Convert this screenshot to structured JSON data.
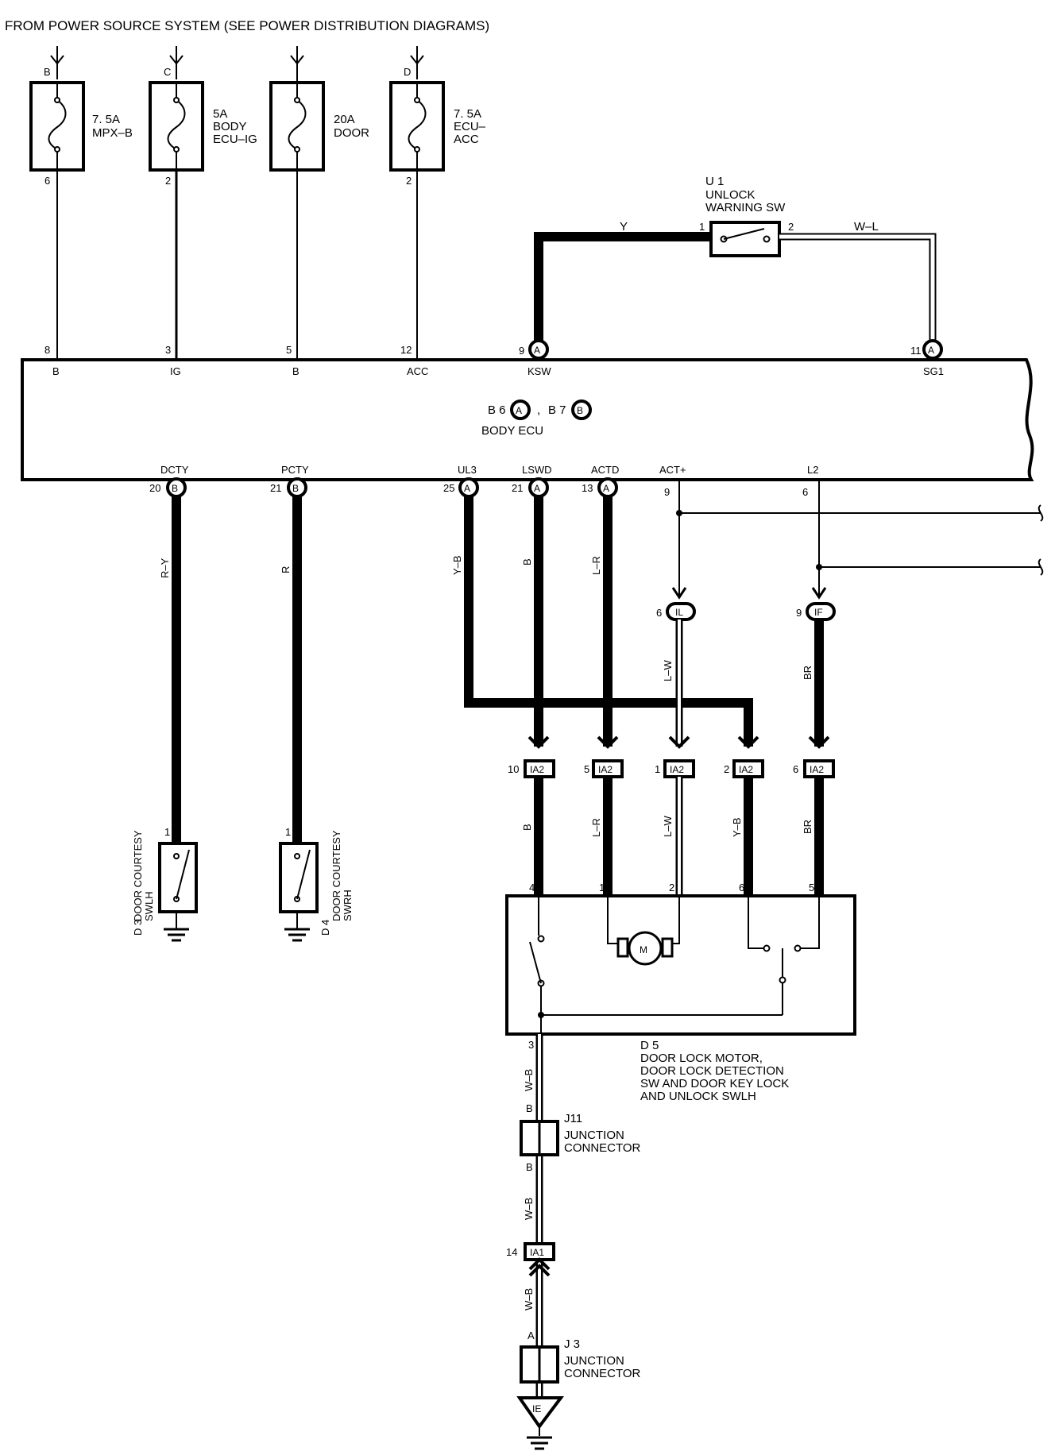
{
  "header": {
    "title": "FROM POWER SOURCE SYSTEM (SEE POWER DISTRIBUTION DIAGRAMS)"
  },
  "fuses": [
    {
      "terminal": "B",
      "line1": "7. 5A",
      "line2": "MPX–B",
      "line3": "",
      "out_pin": "6",
      "ecu_pin": "8",
      "ecu_label": "B"
    },
    {
      "terminal": "C",
      "line1": "5A",
      "line2": "BODY",
      "line3": "ECU–IG",
      "out_pin": "2",
      "ecu_pin": "3",
      "ecu_label": "IG"
    },
    {
      "terminal": "",
      "line1": "20A",
      "line2": "DOOR",
      "line3": "",
      "out_pin": "",
      "ecu_pin": "5",
      "ecu_label": "B"
    },
    {
      "terminal": "D",
      "line1": "7. 5A",
      "line2": "ECU–",
      "line3": "ACC",
      "out_pin": "2",
      "ecu_pin": "12",
      "ecu_label": "ACC"
    }
  ],
  "ksw": {
    "pin": "9",
    "conn": "A",
    "label": "KSW",
    "wire": "Y"
  },
  "unlock_switch": {
    "id": "U 1",
    "line1": "UNLOCK",
    "line2": "WARNING SW",
    "pin1": "1",
    "pin2": "2",
    "wire_out": "W–L"
  },
  "sg1": {
    "pin": "11",
    "conn": "A",
    "label": "SG1"
  },
  "ecu": {
    "conn_a_id": "B 6",
    "conn_a": "A",
    "separator": ",",
    "conn_b_id": "B 7",
    "conn_b": "B",
    "name": "BODY ECU"
  },
  "bottom_pins": [
    {
      "label": "DCTY",
      "pin": "20",
      "conn": "B",
      "wire": "R–Y"
    },
    {
      "label": "PCTY",
      "pin": "21",
      "conn": "B",
      "wire": "R"
    },
    {
      "label": "UL3",
      "pin": "25",
      "conn": "A",
      "wire": "Y–B"
    },
    {
      "label": "LSWD",
      "pin": "21",
      "conn": "A",
      "wire": "B"
    },
    {
      "label": "ACTD",
      "pin": "13",
      "conn": "A",
      "wire": "L–R"
    },
    {
      "label": "ACT+",
      "pin": "9",
      "conn": "",
      "wire": ""
    },
    {
      "label": "L2",
      "pin": "6",
      "conn": "",
      "wire": ""
    }
  ],
  "inline_connectors": [
    {
      "pin": "6",
      "id": "IL",
      "wire": "L–W"
    },
    {
      "pin": "9",
      "id": "IF",
      "wire": "BR"
    }
  ],
  "ia2_connectors": [
    {
      "pin": "10",
      "id": "IA2",
      "wire_below": "B",
      "motor_pin": "4"
    },
    {
      "pin": "5",
      "id": "IA2",
      "wire_below": "L–R",
      "motor_pin": "1"
    },
    {
      "pin": "1",
      "id": "IA2",
      "wire_below": "L–W",
      "motor_pin": "2"
    },
    {
      "pin": "2",
      "id": "IA2",
      "wire_below": "Y–B",
      "motor_pin": "6"
    },
    {
      "pin": "6",
      "id": "IA2",
      "wire_below": "BR",
      "motor_pin": "5"
    }
  ],
  "courtesy_switches": [
    {
      "pin": "1",
      "id": "D 3",
      "line1": "DOOR COURTESY",
      "line2": "SWLH"
    },
    {
      "pin": "1",
      "id": "D 4",
      "line1": "DOOR COURTESY",
      "line2": "SWRH"
    }
  ],
  "door_lock_motor": {
    "id": "D 5",
    "line1": "DOOR LOCK MOTOR,",
    "line2": "DOOR LOCK DETECTION",
    "line3": "SW AND DOOR KEY LOCK",
    "line4": "AND UNLOCK SWLH",
    "motor_symbol": "M",
    "ground_pin": "3",
    "ground_wire": "W–B"
  },
  "j11": {
    "id": "J11",
    "line1": "JUNCTION",
    "line2": "CONNECTOR",
    "pin_top": "B",
    "pin_bottom": "B",
    "wire_below": "W–B"
  },
  "ia1": {
    "pin": "14",
    "id": "IA1",
    "wire_below": "W–B"
  },
  "j3": {
    "id": "J 3",
    "line1": "JUNCTION",
    "line2": "CONNECTOR",
    "pin_top": "A"
  },
  "ground_point": {
    "id": "IE"
  }
}
